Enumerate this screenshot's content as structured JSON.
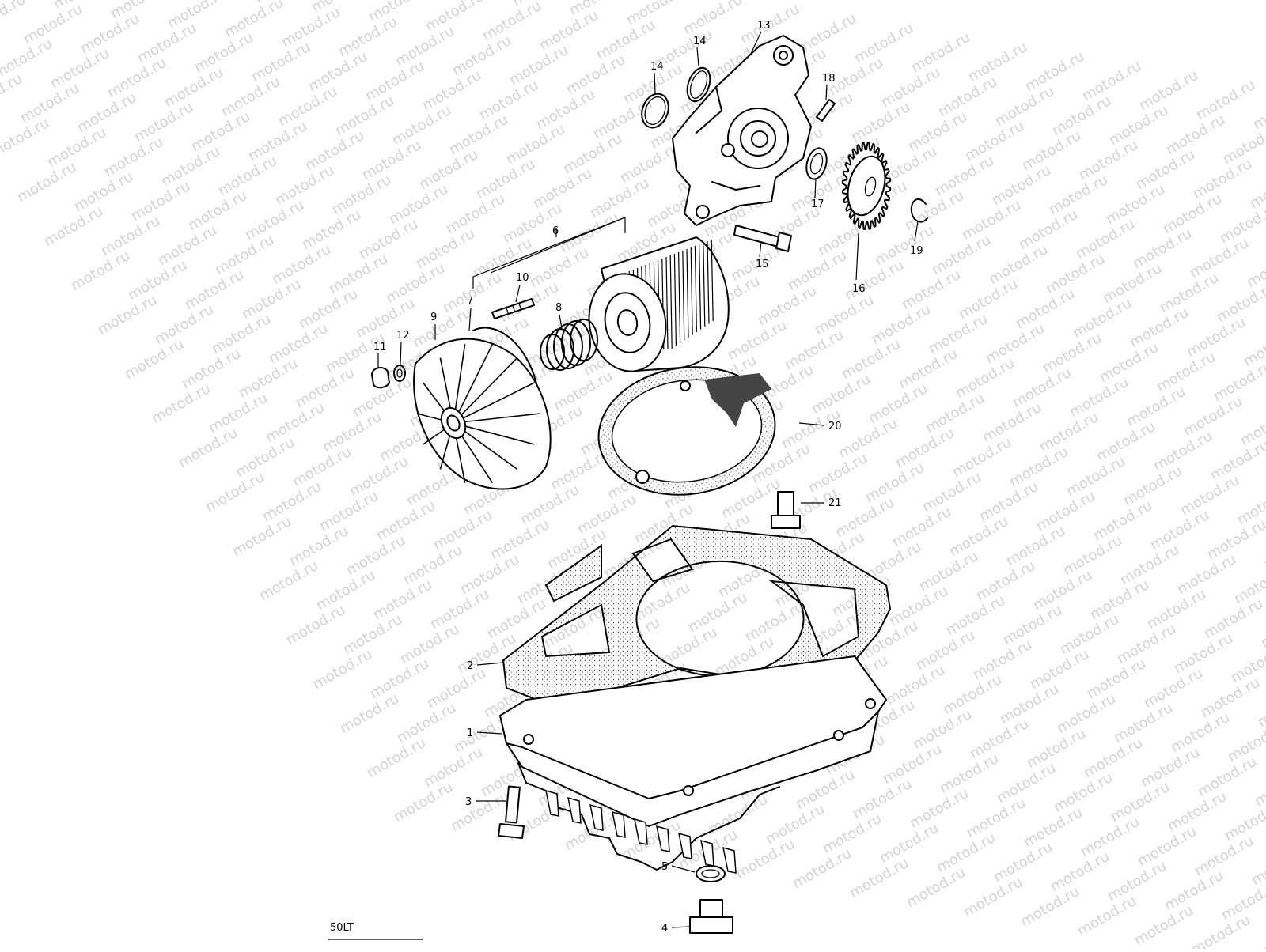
{
  "watermark": {
    "text": "motod.ru"
  },
  "callouts": [
    {
      "id": "13",
      "text": "13"
    },
    {
      "id": "14a",
      "text": "14"
    },
    {
      "id": "14b",
      "text": "14"
    },
    {
      "id": "18",
      "text": "18"
    },
    {
      "id": "17",
      "text": "17"
    },
    {
      "id": "19",
      "text": "19"
    },
    {
      "id": "16",
      "text": "16"
    },
    {
      "id": "15",
      "text": "15"
    },
    {
      "id": "6",
      "text": "6"
    },
    {
      "id": "10",
      "text": "10"
    },
    {
      "id": "7",
      "text": "7"
    },
    {
      "id": "8",
      "text": "8"
    },
    {
      "id": "9",
      "text": "9"
    },
    {
      "id": "12",
      "text": "12"
    },
    {
      "id": "11",
      "text": "11"
    },
    {
      "id": "20",
      "text": "20"
    },
    {
      "id": "21",
      "text": "21"
    },
    {
      "id": "2",
      "text": "2"
    },
    {
      "id": "1",
      "text": "1"
    },
    {
      "id": "3",
      "text": "3"
    },
    {
      "id": "5",
      "text": "5"
    },
    {
      "id": "4",
      "text": "4"
    }
  ],
  "footer": {
    "text": "50LT"
  }
}
